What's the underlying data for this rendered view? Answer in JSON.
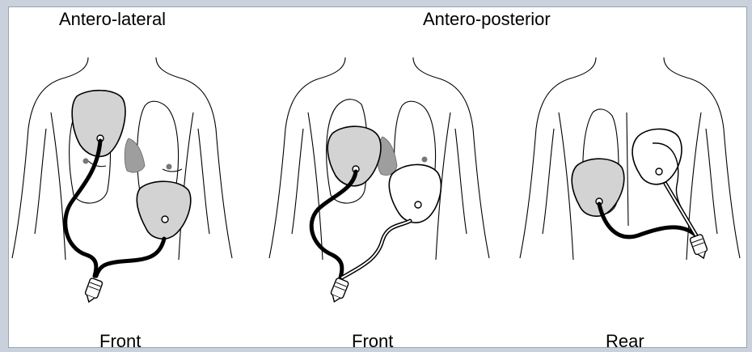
{
  "titles": {
    "left": "Antero-lateral",
    "right": "Antero-posterior"
  },
  "captions": {
    "panel1": "Front",
    "panel2": "Front",
    "panel3": "Rear"
  },
  "colors": {
    "pad_fill": "#d3d3d3",
    "heart_fill": "#9e9e9e",
    "outline": "#000000",
    "background": "#ffffff",
    "window_frame": "#c9d2dc"
  },
  "icons": {
    "pad": "electrode-pad-icon",
    "connector": "plug-connector-icon"
  }
}
